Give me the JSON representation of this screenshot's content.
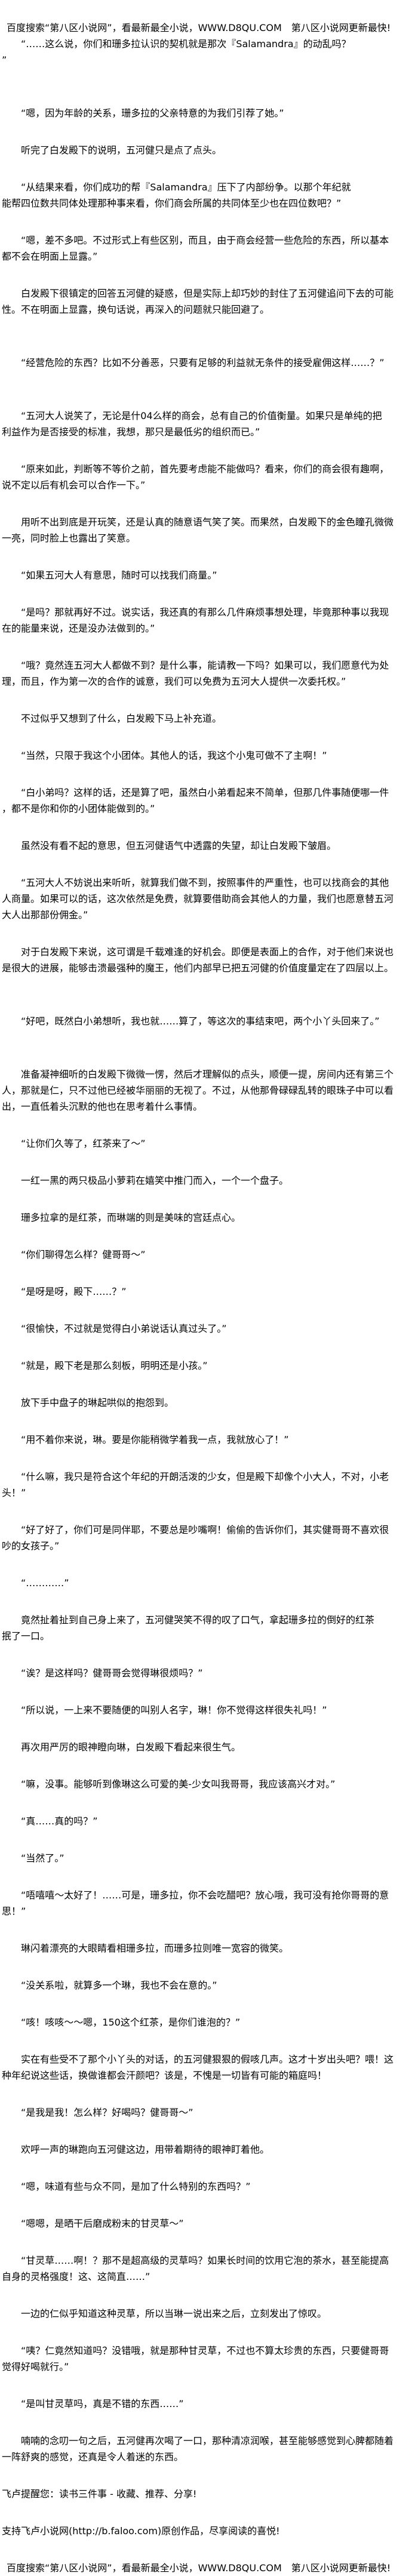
{
  "header_banner": "百度搜索“第八区小说网”，看最新最全小说，WWW.D8QU.COM　第八区小说网更新最快!",
  "paragraphs": [
    "“……这么说，你们和珊多拉认识的契机就是那次『Salamandra』的动乱吗？\n”",
    "“嗯，因为年龄的关系，珊多拉的父亲特意的为我们引荐了她。”",
    "听完了白发殿下的说明，五河健只是点了点头。",
    "“从结果来看，你们成功的帮『Salamandra』压下了内部纷争。以那个年纪就\n能帮四位数共同体处理那种事来看，你们商会所属的共同体至少也在四位数吧？”",
    "“嗯，差不多吧。不过形式上有些区别，而且，由于商会经营一些危险的东西，所以基本\n都不会在明面上显露。”",
    "白发殿下很镇定的回答五河健的疑惑，但是实际上却巧妙的封住了五河健追问下去的可能\n性。不在明面上显露，换句话说，再深入的问题就只能回避了。",
    "“经营危险的东西？比如不分善恶，只要有足够的利益就无条件的接受雇佣这样……？”",
    "“五河大人说笑了，无论是什04么样的商会，总有自己的价值衡量。如果只是单纯的把\n利益作为是否接受的标准，我想，那只是最低劣的组织而已。”",
    "“原来如此，判断等不等价之前，首先要考虑能不能做吗？看来，你们的商会很有趣啊，\n说不定以后有机会可以合作一下。”",
    "用听不出到底是开玩笑，还是认真的随意语气笑了笑。而果然，白发殿下的金色瞳孔微微\n一亮，同时脸上也露出了笑意。",
    "“如果五河大人有意思，随时可以找我们商量。”",
    "“是吗？那就再好不过。说实话，我还真的有那么几件麻烦事想处理，毕竟那种事以我现\n在的能量来说，还是没办法做到的。”",
    "“哦？竟然连五河大人都做不到？是什么事，能请教一下吗？如果可以，我们愿意代为处\n理，而且，作为第一次的合作的诚意，我们可以免费为五河大人提供一次委托权。”",
    "不过似乎又想到了什么，白发殿下马上补充道。",
    "“当然，只限于我这个小团体。其他人的话，我这个小鬼可做不了主啊！”",
    "“白小弟吗？这样的话，还是算了吧，虽然白小弟看起来不简单，但那几件事随便哪一件\n，都不是你和你的小团体能做到的。”",
    "虽然没有看不起的意思，但五河健语气中透露的失望，却让白发殿下皱眉。",
    "“五河大人不妨说出来听听，就算我们做不到，按照事件的严重性，也可以找商会的其他\n人商量。如果可以的话，这次依然是免费，就算要借助商会其他人的力量，我们也愿意替五河\n大人出那部份佣金。”",
    "对于白发殿下来说，这可谓是千载难逢的好机会。即便是表面上的合作，对于他们来说也\n是很大的进展，能够击溃最强种的魔王，他们内部早已把五河健的价值度量定在了四层以上。",
    "“好吧，既然白小弟想听，我也就……算了，等这次的事结束吧，两个小丫头回来了。”",
    "准备凝神细听的白发殿下微微一愣，然后才理解似的点头，顺便一提，房间内还有第三个\n人，那就是仁，只不过他已经被华丽丽的无视了。不过，从他那骨碌碌乱转的眼珠子中可以看\n出，一直低着头沉默的他也在思考着什么事情。",
    "“让你们久等了，红茶来了～”",
    "一红一黑的两只极品小萝莉在嬉笑中推门而入，一个一个盘子。",
    "珊多拉拿的是红茶，而琳端的则是美味的宫廷点心。",
    "“你们聊得怎么样？健哥哥～”",
    "“是呀是呀，殿下……？”",
    "“很愉快，不过就是觉得白小弟说话认真过头了。”",
    "“就是，殿下老是那么刻板，明明还是小孩。”",
    "放下手中盘子的琳起哄似的抱怨到。",
    "“用不着你来说，琳。要是你能稍微学着我一点，我就放心了！”",
    "“什么嘛，我只是符合这个年纪的开朗活泼的少女，但是殿下却像个小大人，不对，小老\n头！”",
    "“好了好了，你们可是同伴耶，不要总是吵嘴啊！偷偷的告诉你们，其实健哥哥不喜欢很\n吵的女孩子。”",
    "“…………”",
    "竟然扯着扯到自己身上来了，五河健哭笑不得的叹了口气，拿起珊多拉的倒好的红茶\n抿了一口。",
    "“诶？是这样吗？健哥哥会觉得琳很烦吗？”",
    "“所以说，一上来不要随便的叫别人名字，琳！你不觉得这样很失礼吗！”",
    "再次用严厉的眼神瞪向琳，白发殿下看起来很生气。",
    "“嘛，没事。能够听到像琳这么可爱的美-少女叫我哥哥，我应该高兴才对。”",
    "“真……真的吗？”",
    "“当然了。”",
    "“唔嘻嘻～太好了！……可是，珊多拉，你不会吃醋吧？放心哦，我可没有抢你哥哥的意\n思！”",
    "琳闪着漂亮的大眼睛看相珊多拉，而珊多拉则唯一宽容的微笑。",
    "“没关系啦，就算多一个琳，我也不会在意的。”",
    "“咳！咳咳～～嗯，150这个红茶，是你们谁泡的？”",
    "实在有些受不了那个小丫头的对话，的五河健狠狠的假咳几声。这才十岁出头吧？喂！这\n种年纪说这些话，换做谁都会汗颜吧？该是，不愧是一切皆有可能的箱庭吗！",
    "“是我是我！怎么样？好喝吗？健哥哥～”",
    "欢呼一声的琳跑向五河健这边，用带着期待的眼神盯着他。",
    "“嗯，味道有些与众不同，是加了什么特别的东西吗？”",
    "“嗯嗯，是晒干后磨成粉末的甘灵草～”",
    "“甘灵草……啊！？那不是超高级的灵草吗？如果长时间的饮用它泡的茶水，甚至能提高\n自身的灵格强度！这、这简直……”",
    "一边的仁似乎知道这种灵草，所以当琳一说出来之后，立刻发出了惊叹。",
    "“咦？仁竟然知道吗？没错哦，就是那种甘灵草，不过也不算太珍贵的东西，只要健哥哥\n觉得好喝就行。”",
    "“是叫甘灵草吗，真是不错的东西……”",
    "喃喃的念叨一句之后，五河健再次喝了一口，那种清凉润喉，甚至能够感觉到心脾都随着\n一阵舒爽的感觉，还真是令人着迷的东西。"
  ],
  "reminder": "飞卢提醒您：读书三件事 - 收藏、推荐、分享!",
  "support_notice": "支持飞卢小说网(http://b.faloo.com)原创作品，尽享阅读的喜悦!",
  "footer_banner": "百度搜索“第八区小说网”，看最新最全小说，WWW.D8QU.COM　第八区小说网更新最快!"
}
